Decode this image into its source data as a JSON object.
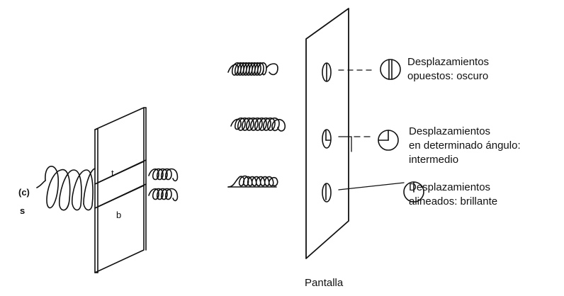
{
  "left_figure": {
    "panel_label_a": "(c)",
    "panel_label_b": "s",
    "slab_top_label": "t",
    "slab_bottom_label": "b"
  },
  "screen": {
    "label": "Pantalla"
  },
  "outcomes": [
    {
      "line1": "Desplazamientos",
      "line2": "opuestos: oscuro"
    },
    {
      "line1": "Desplazamientos",
      "line2": "en determinado ángulo:",
      "line3": "intermedio"
    },
    {
      "line1": "Desplazamientos",
      "line2": "alineados: brillante"
    }
  ],
  "colors": {
    "ink": "#111111",
    "background": "#ffffff"
  }
}
